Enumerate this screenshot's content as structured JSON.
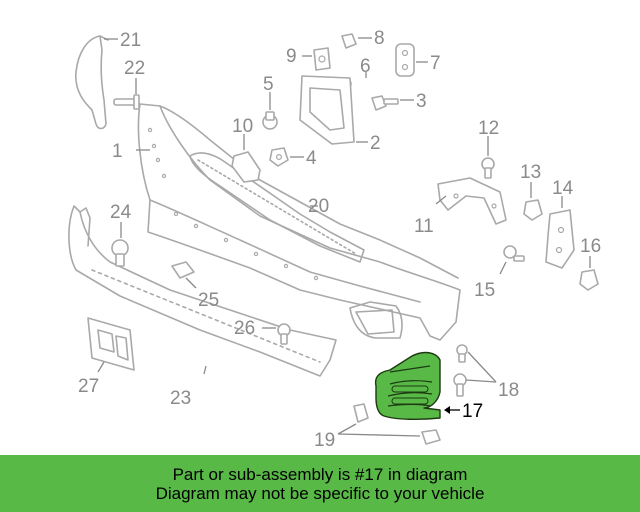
{
  "diagram": {
    "highlighted_part": "17",
    "highlight_color": "#58b947",
    "callouts": [
      {
        "id": "c1",
        "label": "1"
      },
      {
        "id": "c2",
        "label": "2"
      },
      {
        "id": "c3",
        "label": "3"
      },
      {
        "id": "c4",
        "label": "4"
      },
      {
        "id": "c5",
        "label": "5"
      },
      {
        "id": "c6",
        "label": "6"
      },
      {
        "id": "c7",
        "label": "7"
      },
      {
        "id": "c8",
        "label": "8"
      },
      {
        "id": "c9",
        "label": "9"
      },
      {
        "id": "c10",
        "label": "10"
      },
      {
        "id": "c11",
        "label": "11"
      },
      {
        "id": "c12",
        "label": "12"
      },
      {
        "id": "c13",
        "label": "13"
      },
      {
        "id": "c14",
        "label": "14"
      },
      {
        "id": "c15",
        "label": "15"
      },
      {
        "id": "c16",
        "label": "16"
      },
      {
        "id": "c17",
        "label": "17"
      },
      {
        "id": "c18",
        "label": "18"
      },
      {
        "id": "c19",
        "label": "19"
      },
      {
        "id": "c20",
        "label": "20"
      },
      {
        "id": "c21",
        "label": "21"
      },
      {
        "id": "c22",
        "label": "22"
      },
      {
        "id": "c23",
        "label": "23"
      },
      {
        "id": "c24",
        "label": "24"
      },
      {
        "id": "c25",
        "label": "25"
      },
      {
        "id": "c26",
        "label": "26"
      },
      {
        "id": "c27",
        "label": "27"
      }
    ]
  },
  "banner": {
    "line1": "Part or sub-assembly is #17 in diagram",
    "line2": "Diagram may not be specific to your vehicle",
    "background": "#58b947"
  }
}
